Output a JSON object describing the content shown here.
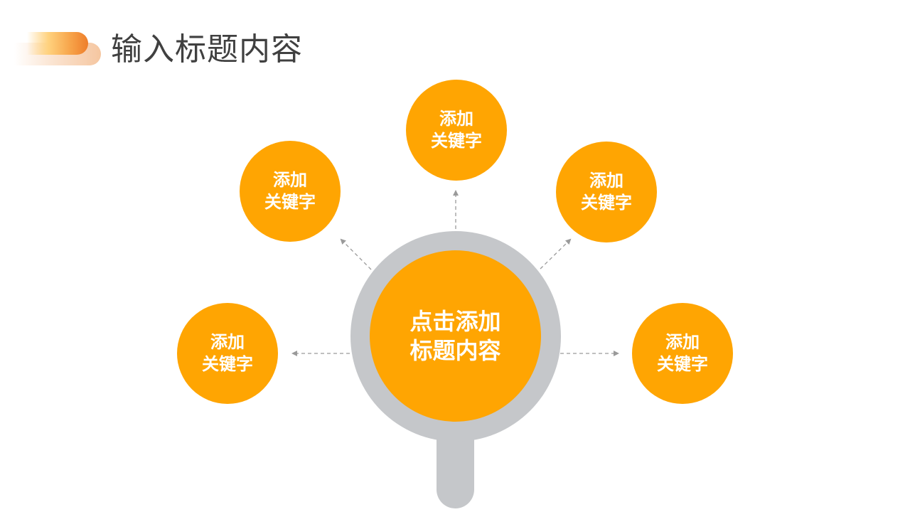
{
  "header": {
    "title": "输入标题内容"
  },
  "colors": {
    "accent_orange": "#FFA502",
    "ring_gray": "#C5C7CA",
    "arrow_gray": "#9A9A9A",
    "title_text": "#404040",
    "deco_orange": "#EE7E2A",
    "deco_peach": "#F5C6A0"
  },
  "center": {
    "line1": "点击添加",
    "line2": "标题内容"
  },
  "nodes": [
    {
      "id": "left",
      "line1": "添加",
      "line2": "关键字"
    },
    {
      "id": "upper-left",
      "line1": "添加",
      "line2": "关键字"
    },
    {
      "id": "top",
      "line1": "添加",
      "line2": "关键字"
    },
    {
      "id": "upper-right",
      "line1": "添加",
      "line2": "关键字"
    },
    {
      "id": "right",
      "line1": "添加",
      "line2": "关键字"
    }
  ]
}
